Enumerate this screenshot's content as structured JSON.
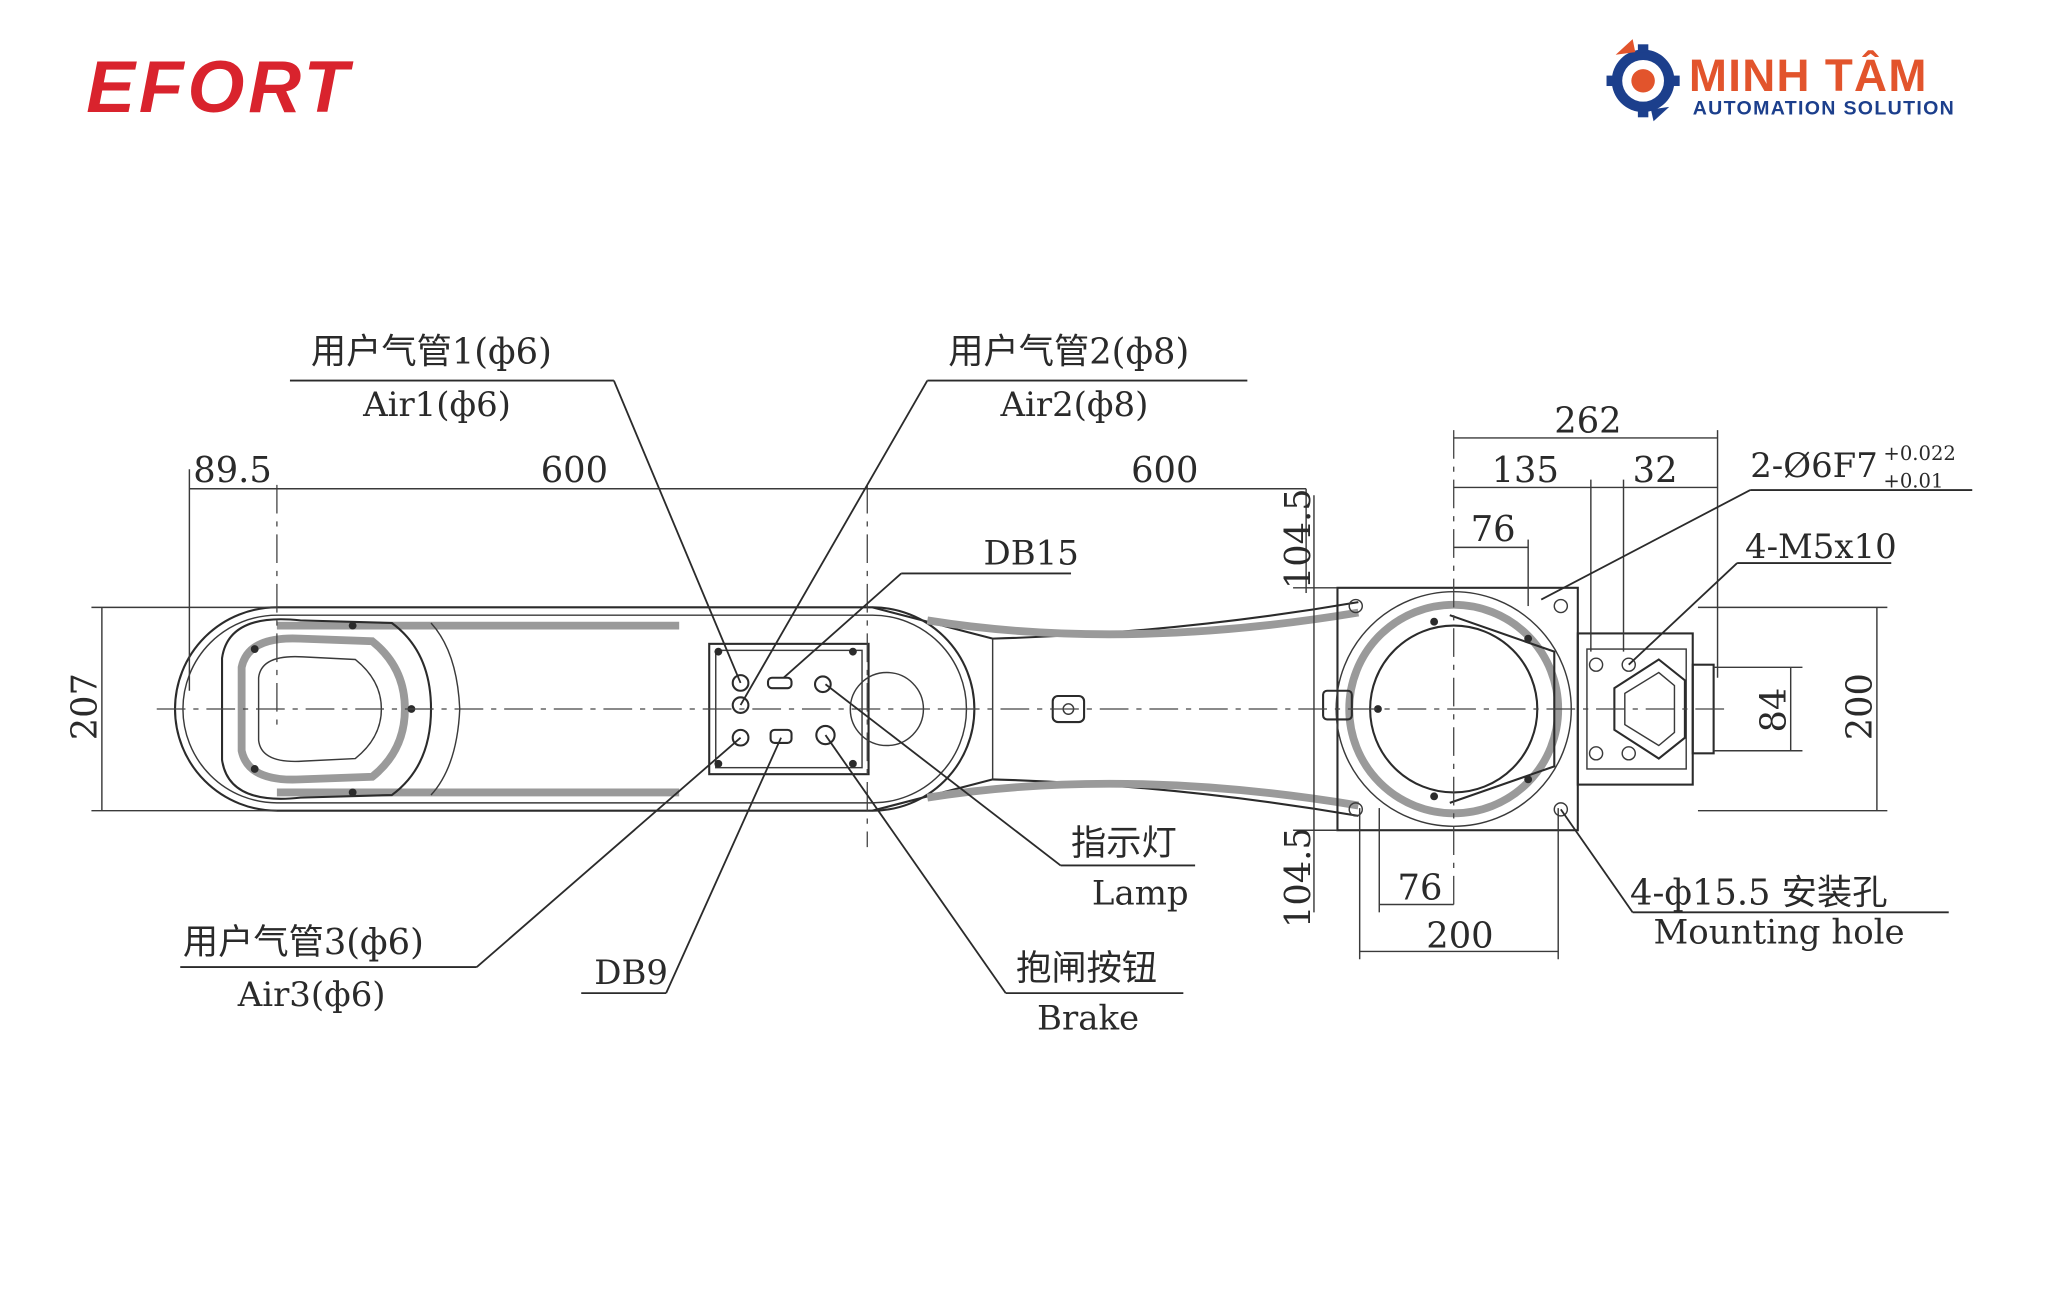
{
  "logos": {
    "efort": "EFORT",
    "minhtam": {
      "name": "MINH TÂM",
      "tagline": "AUTOMATION SOLUTION"
    },
    "colors": {
      "efort": "#d9232d",
      "minhtam_orange": "#e2542c",
      "minhtam_blue": "#1c3f8c"
    }
  },
  "labels": {
    "air1_cn": "用户气管1(ф6)",
    "air1_en": "Air1(ф6)",
    "air2_cn": "用户气管2(ф8)",
    "air2_en": "Air2(ф8)",
    "air3_cn": "用户气管3(ф6)",
    "air3_en": "Air3(ф6)",
    "db15": "DB15",
    "db9": "DB9",
    "lamp_cn": "指示灯",
    "lamp_en": "Lamp",
    "brake_cn": "抱闸按钮",
    "brake_en": "Brake",
    "mount_cn": "4-ф15.5 安装孔",
    "mount_en": "Mounting hole",
    "pin_hole": "2-Ø6F7",
    "pin_tol_upper": "+0.022",
    "pin_tol_lower": "+0.01",
    "thread": "4-M5x10"
  },
  "dimensions": {
    "offset_left": "89.5",
    "arm1_length": "600",
    "arm2_length": "600",
    "width_arm": "207",
    "base_length": "262",
    "base_135": "135",
    "base_32": "32",
    "base_76_top": "76",
    "base_76_bottom": "76",
    "base_104_top": "104.5",
    "base_104_bottom": "104.5",
    "base_200_bottom": "200",
    "base_200_right": "200",
    "base_84": "84"
  }
}
